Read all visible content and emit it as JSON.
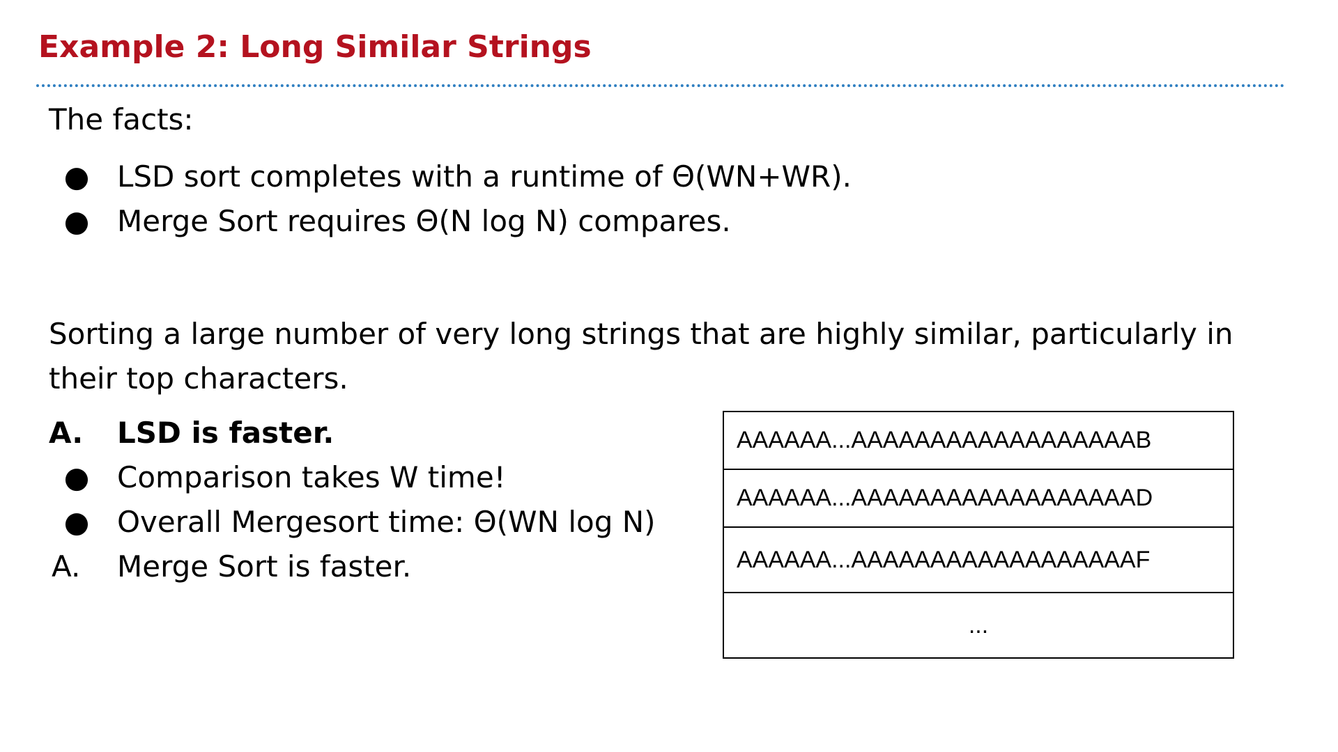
{
  "slide": {
    "title": "Example 2: Long Similar Strings",
    "facts_heading": "The facts:",
    "facts": [
      {
        "bullet": "●",
        "text": "LSD sort completes with a runtime of Θ(WN+WR)."
      },
      {
        "bullet": "●",
        "text": "Merge Sort requires Θ(N log N) compares."
      }
    ],
    "question": "Sorting a large number of very long strings that are highly similar, particularly in their top characters.",
    "option_a": {
      "marker": "A.",
      "text": "LSD is faster."
    },
    "reasons": [
      {
        "bullet": "●",
        "text": "Comparison takes W time!"
      },
      {
        "bullet": "●",
        "text": "Overall Mergesort time: Θ(WN log N)"
      }
    ],
    "option_b": {
      "marker": "A.",
      "text": "Merge Sort is faster."
    },
    "strings_table": {
      "rows": [
        "AAAAAA...AAAAAAAAAAAAAAAAAAB",
        "AAAAAA...AAAAAAAAAAAAAAAAAAD",
        "AAAAAA...AAAAAAAAAAAAAAAAAAF",
        "..."
      ]
    },
    "colors": {
      "title": "#b4121f",
      "divider": "#2f7fc1"
    }
  }
}
